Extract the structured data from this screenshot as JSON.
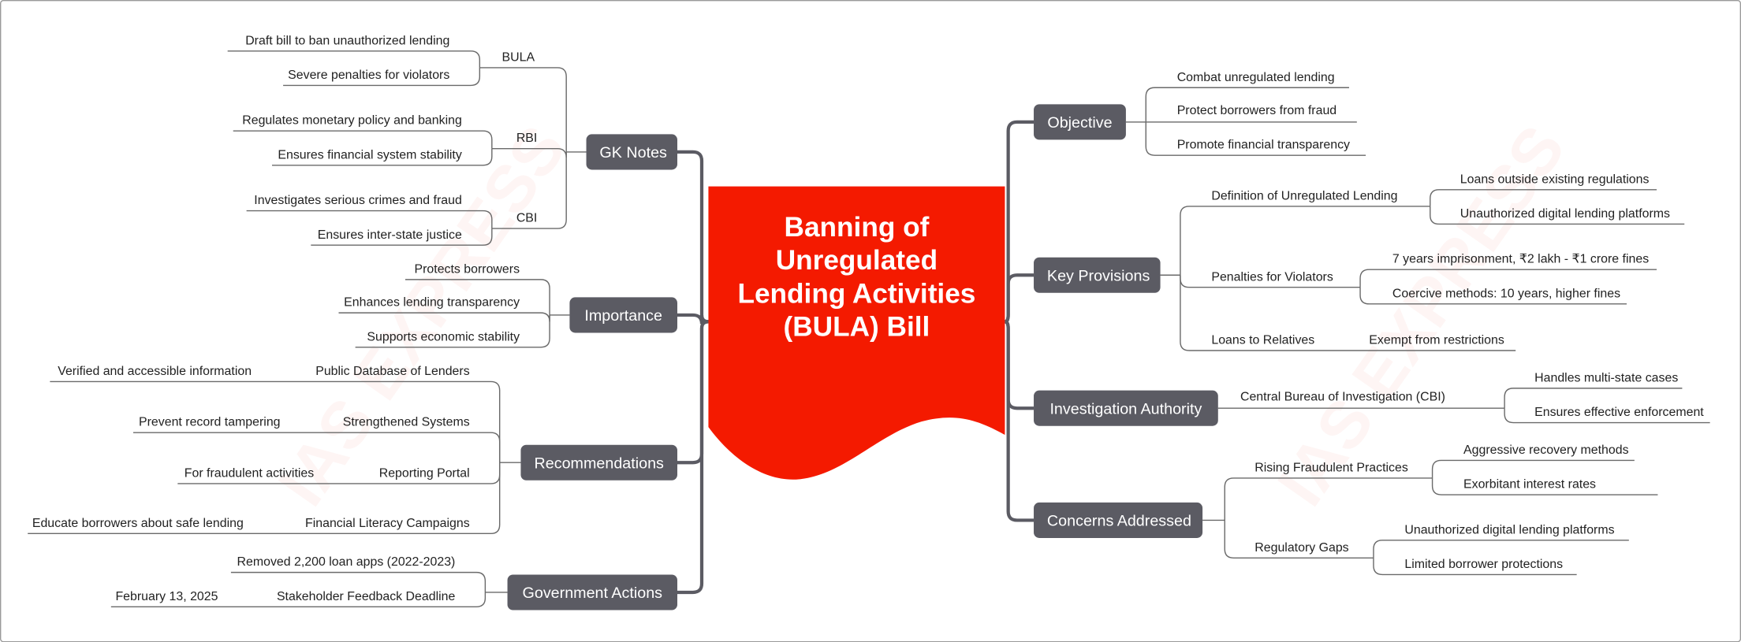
{
  "title": "Banning of Unregulated Lending Activities (BULA) Bill",
  "watermark": "IAS EXPRESS",
  "colors": {
    "center": "#f41a00",
    "node": "#5b5b63",
    "line": "#6a6a6a"
  },
  "left": {
    "gk_notes": {
      "label": "GK Notes",
      "items": [
        {
          "label": "BULA",
          "children": [
            "Draft bill to ban unauthorized lending",
            "Severe penalties for violators"
          ]
        },
        {
          "label": "RBI",
          "children": [
            "Regulates monetary policy and banking",
            "Ensures financial system stability"
          ]
        },
        {
          "label": "CBI",
          "children": [
            "Investigates serious crimes and fraud",
            "Ensures inter-state justice"
          ]
        }
      ]
    },
    "importance": {
      "label": "Importance",
      "items": [
        "Protects borrowers",
        "Enhances lending transparency",
        "Supports economic stability"
      ]
    },
    "recommendations": {
      "label": "Recommendations",
      "items": [
        {
          "label": "Public Database of Lenders",
          "children": [
            "Verified and accessible information"
          ]
        },
        {
          "label": "Strengthened Systems",
          "children": [
            "Prevent record tampering"
          ]
        },
        {
          "label": "Reporting Portal",
          "children": [
            "For fraudulent activities"
          ]
        },
        {
          "label": "Financial Literacy Campaigns",
          "children": [
            "Educate borrowers about safe lending"
          ]
        }
      ]
    },
    "government_actions": {
      "label": "Government Actions",
      "items": [
        {
          "label": "Removed 2,200 loan apps (2022-2023)"
        },
        {
          "label": "Stakeholder Feedback Deadline",
          "children": [
            "February 13, 2025"
          ]
        }
      ]
    }
  },
  "right": {
    "objective": {
      "label": "Objective",
      "items": [
        "Combat unregulated lending",
        "Protect borrowers from fraud",
        "Promote financial transparency"
      ]
    },
    "key_provisions": {
      "label": "Key Provisions",
      "items": [
        {
          "label": "Definition of Unregulated Lending",
          "children": [
            "Loans outside existing regulations",
            "Unauthorized digital lending platforms"
          ]
        },
        {
          "label": "Penalties for Violators",
          "children": [
            "7 years imprisonment, ₹2 lakh - ₹1 crore fines",
            "Coercive methods: 10 years, higher fines"
          ]
        },
        {
          "label": "Loans to Relatives",
          "children": [
            "Exempt from restrictions"
          ]
        }
      ]
    },
    "investigation_authority": {
      "label": "Investigation Authority",
      "items": [
        {
          "label": "Central Bureau of Investigation (CBI)",
          "children": [
            "Handles multi-state cases",
            "Ensures effective enforcement"
          ]
        }
      ]
    },
    "concerns_addressed": {
      "label": "Concerns Addressed",
      "items": [
        {
          "label": "Rising Fraudulent Practices",
          "children": [
            "Aggressive recovery methods",
            "Exorbitant interest rates"
          ]
        },
        {
          "label": "Regulatory Gaps",
          "children": [
            "Unauthorized digital lending platforms",
            "Limited borrower protections"
          ]
        }
      ]
    }
  }
}
